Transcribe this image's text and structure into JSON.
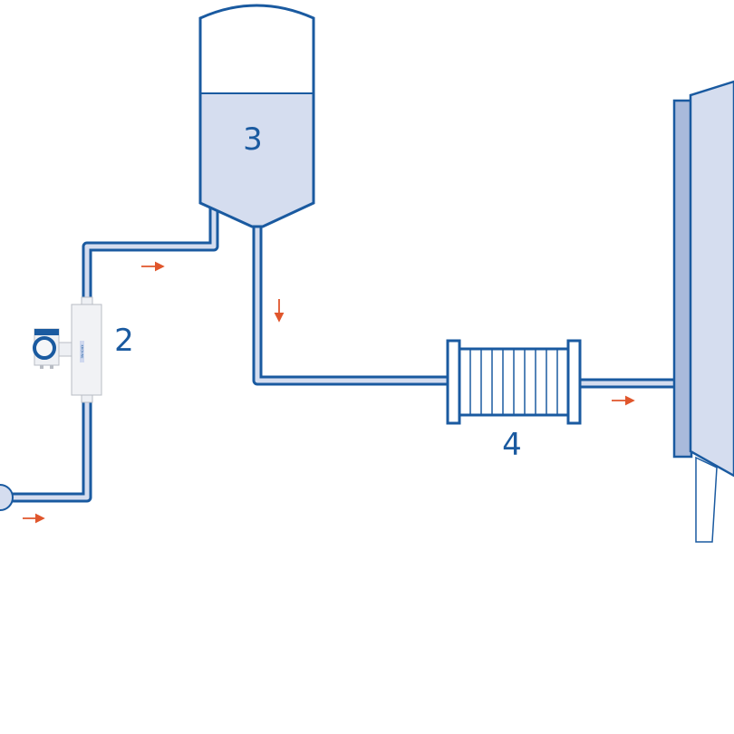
{
  "colors": {
    "line": "#1a5aa0",
    "fill": "#d5ddef",
    "dark": "#a9badb",
    "arrow": "#e0562c",
    "meter": "#eef0f4"
  },
  "labels": {
    "tank": "3",
    "meter": "2",
    "exchanger": "4"
  },
  "meter_brand": "KROHNE"
}
